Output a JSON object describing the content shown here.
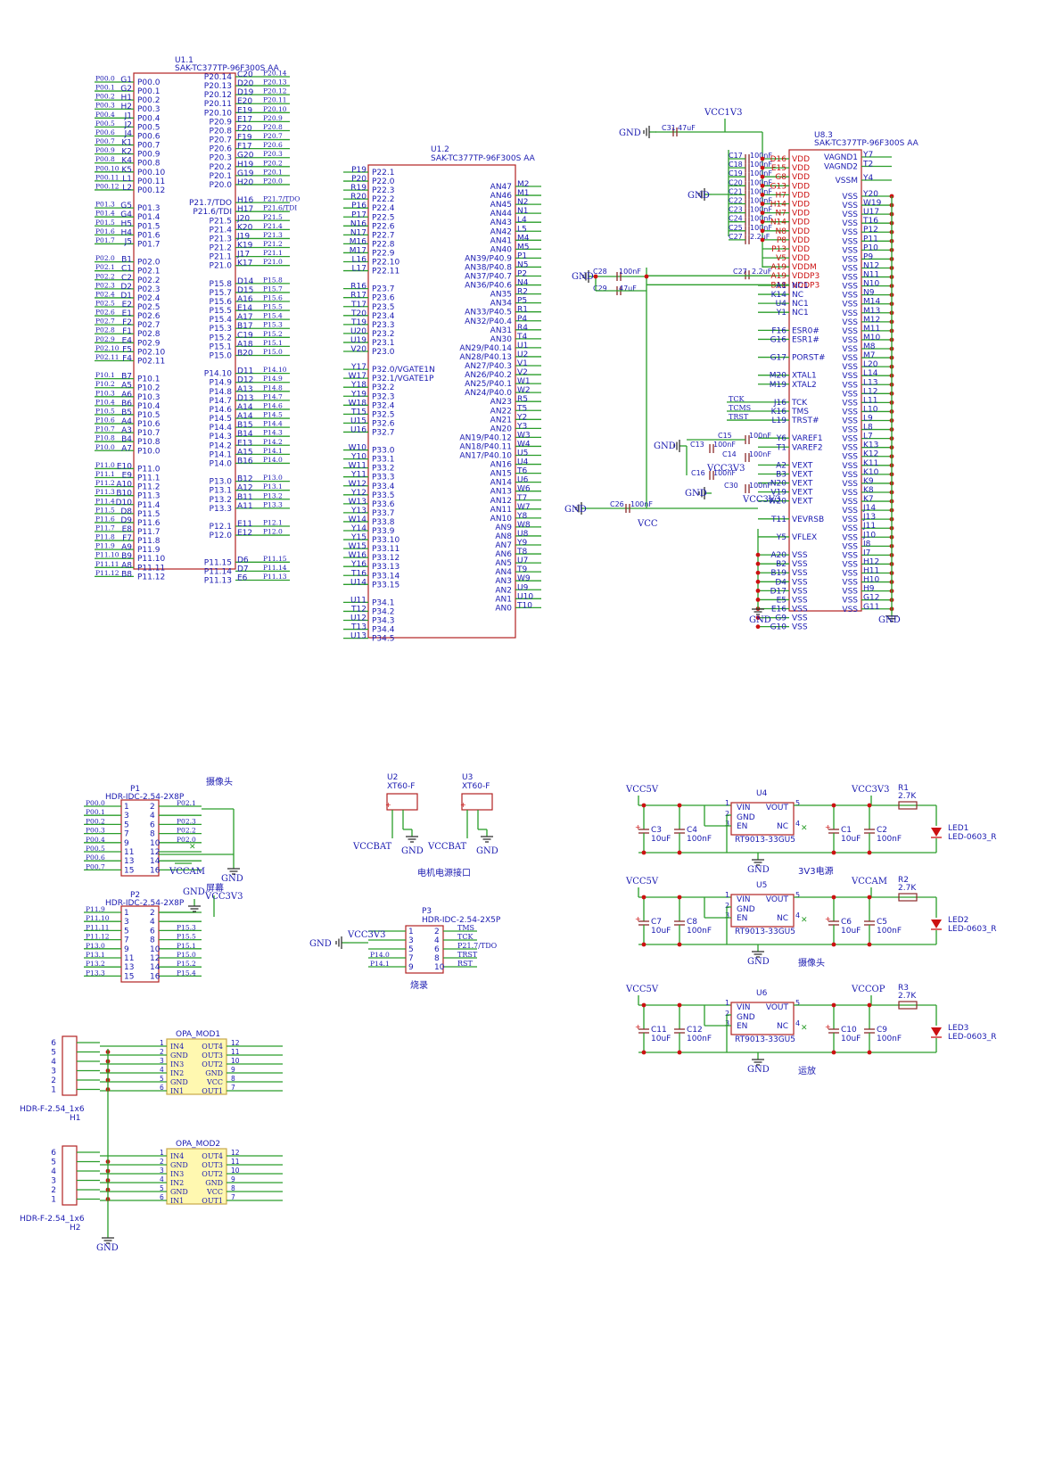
{
  "u11": {
    "ref": "U1.1",
    "part": "SAK-TC377TP-96F300S AA",
    "left": [
      [
        "P00.0",
        "G1",
        "P00.0"
      ],
      [
        "P00.1",
        "G2",
        "P00.1"
      ],
      [
        "P00.2",
        "H1",
        "P00.2"
      ],
      [
        "P00.3",
        "H2",
        "P00.3"
      ],
      [
        "P00.4",
        "J1",
        "P00.4"
      ],
      [
        "P00.5",
        "J2",
        "P00.5"
      ],
      [
        "P00.6",
        "J4",
        "P00.6"
      ],
      [
        "P00.7",
        "K1",
        "P00.7"
      ],
      [
        "P00.9",
        "K2",
        "P00.9"
      ],
      [
        "P00.8",
        "K4",
        "P00.8"
      ],
      [
        "P00.10",
        "K5",
        "P00.10"
      ],
      [
        "P00.11",
        "L1",
        "P00.11"
      ],
      [
        "P00.12",
        "L2",
        "P00.12"
      ],
      null,
      [
        "P01.3",
        "G5",
        "P01.3"
      ],
      [
        "P01.4",
        "G4",
        "P01.4"
      ],
      [
        "P01.5",
        "H5",
        "P01.5"
      ],
      [
        "P01.6",
        "H4",
        "P01.6"
      ],
      [
        "P01.7",
        "J5",
        "P01.7"
      ],
      null,
      [
        "P02.0",
        "B1",
        "P02.0"
      ],
      [
        "P02.1",
        "C1",
        "P02.1"
      ],
      [
        "P02.2",
        "C2",
        "P02.2"
      ],
      [
        "P02.3",
        "D2",
        "P02.3"
      ],
      [
        "P02.4",
        "D1",
        "P02.4"
      ],
      [
        "P02.5",
        "E2",
        "P02.5"
      ],
      [
        "P02.6",
        "E1",
        "P02.6"
      ],
      [
        "P02.7",
        "F2",
        "P02.7"
      ],
      [
        "P02.8",
        "F1",
        "P02.8"
      ],
      [
        "P02.9",
        "E4",
        "P02.9"
      ],
      [
        "P02.10",
        "F5",
        "P02.10"
      ],
      [
        "P02.11",
        "F4",
        "P02.11"
      ],
      null,
      [
        "P10.1",
        "B7",
        "P10.1"
      ],
      [
        "P10.2",
        "A5",
        "P10.2"
      ],
      [
        "P10.3",
        "A6",
        "P10.3"
      ],
      [
        "P10.4",
        "B6",
        "P10.4"
      ],
      [
        "P10.5",
        "B5",
        "P10.5"
      ],
      [
        "P10.6",
        "A4",
        "P10.6"
      ],
      [
        "P10.7",
        "A3",
        "P10.7"
      ],
      [
        "P10.8",
        "B4",
        "P10.8"
      ],
      [
        "P10.0",
        "A7",
        "P10.0"
      ],
      null,
      [
        "P11.0",
        "E10",
        "P11.0"
      ],
      [
        "P11.1",
        "E9",
        "P11.1"
      ],
      [
        "P11.2",
        "A10",
        "P11.2"
      ],
      [
        "P11.3",
        "B10",
        "P11.3"
      ],
      [
        "P11.4",
        "D10",
        "P11.4"
      ],
      [
        "P11.5",
        "D8",
        "P11.5"
      ],
      [
        "P11.6",
        "D9",
        "P11.6"
      ],
      [
        "P11.7",
        "E8",
        "P11.7"
      ],
      [
        "P11.8",
        "F7",
        "P11.8"
      ],
      [
        "P11.9",
        "A9",
        "P11.9"
      ],
      [
        "P11.10",
        "B9",
        "P11.10"
      ],
      [
        "P11.11",
        "A8",
        "P11.11"
      ],
      [
        "P11.12",
        "B8",
        "P11.12"
      ]
    ],
    "right": [
      [
        "P20.14",
        "C20",
        "P20.14"
      ],
      [
        "P20.13",
        "D20",
        "P20.13"
      ],
      [
        "P20.12",
        "D19",
        "P20.12"
      ],
      [
        "P20.11",
        "E20",
        "P20.11"
      ],
      [
        "P20.10",
        "E19",
        "P20.10"
      ],
      [
        "P20.9",
        "E17",
        "P20.9"
      ],
      [
        "P20.8",
        "F20",
        "P20.8"
      ],
      [
        "P20.7",
        "F19",
        "P20.7"
      ],
      [
        "P20.6",
        "F17",
        "P20.6"
      ],
      [
        "P20.3",
        "G20",
        "P20.3"
      ],
      [
        "P20.2",
        "H19",
        "P20.2"
      ],
      [
        "P20.1",
        "G19",
        "P20.1"
      ],
      [
        "P20.0",
        "H20",
        "P20.0"
      ],
      null,
      [
        "P21.7/TDO",
        "H16",
        "P21.7/TDO"
      ],
      [
        "P21.6/TDI",
        "H17",
        "P21.6/TDI"
      ],
      [
        "P21.5",
        "J20",
        "P21.5"
      ],
      [
        "P21.4",
        "K20",
        "P21.4"
      ],
      [
        "P21.3",
        "J19",
        "P21.3"
      ],
      [
        "P21.2",
        "K19",
        "P21.2"
      ],
      [
        "P21.1",
        "J17",
        "P21.1"
      ],
      [
        "P21.0",
        "K17",
        "P21.0"
      ],
      null,
      [
        "P15.8",
        "D14",
        "P15.8"
      ],
      [
        "P15.7",
        "D15",
        "P15.7"
      ],
      [
        "P15.6",
        "A16",
        "P15.6"
      ],
      [
        "P15.5",
        "E14",
        "P15.5"
      ],
      [
        "P15.4",
        "A17",
        "P15.4"
      ],
      [
        "P15.3",
        "B17",
        "P15.3"
      ],
      [
        "P15.2",
        "C19",
        "P15.2"
      ],
      [
        "P15.1",
        "A18",
        "P15.1"
      ],
      [
        "P15.0",
        "B20",
        "P15.0"
      ],
      null,
      [
        "P14.10",
        "D11",
        "P14.10"
      ],
      [
        "P14.9",
        "D12",
        "P14.9"
      ],
      [
        "P14.8",
        "A13",
        "P14.8"
      ],
      [
        "P14.7",
        "D13",
        "P14.7"
      ],
      [
        "P14.6",
        "A14",
        "P14.6"
      ],
      [
        "P14.5",
        "A14",
        "P14.5"
      ],
      [
        "P14.4",
        "B15",
        "P14.4"
      ],
      [
        "P14.3",
        "B14",
        "P14.3"
      ],
      [
        "P14.2",
        "E13",
        "P14.2"
      ],
      [
        "P14.1",
        "A15",
        "P14.1"
      ],
      [
        "P14.0",
        "B16",
        "P14.0"
      ],
      null,
      [
        "P13.0",
        "B12",
        "P13.0"
      ],
      [
        "P13.1",
        "A12",
        "P13.1"
      ],
      [
        "P13.2",
        "B11",
        "P13.2"
      ],
      [
        "P13.3",
        "A11",
        "P13.3"
      ],
      null,
      [
        "P12.1",
        "E11",
        "P12.1"
      ],
      [
        "P12.0",
        "E12",
        "P12.0"
      ],
      null,
      null,
      [
        "P11.15",
        "D6",
        "P11.15"
      ],
      [
        "P11.14",
        "D7",
        "P11.14"
      ],
      [
        "P11.13",
        "E6",
        "P11.13"
      ]
    ]
  },
  "u12": {
    "ref": "U1.2",
    "part": "SAK-TC377TP-96F300S AA",
    "left": [
      [
        "P22.1",
        "P19"
      ],
      [
        "P22.0",
        "P20"
      ],
      [
        "P22.3",
        "R19"
      ],
      [
        "P22.2",
        "R20"
      ],
      [
        "P22.4",
        "P16"
      ],
      [
        "P22.5",
        "P17"
      ],
      [
        "P22.6",
        "N16"
      ],
      [
        "P22.7",
        "N17"
      ],
      [
        "P22.8",
        "M16"
      ],
      [
        "P22.9",
        "M17"
      ],
      [
        "P22.10",
        "L16"
      ],
      [
        "P22.11",
        "L17"
      ],
      null,
      [
        "P23.7",
        "R16"
      ],
      [
        "P23.6",
        "R17"
      ],
      [
        "P23.5",
        "T17"
      ],
      [
        "P23.4",
        "T20"
      ],
      [
        "P23.3",
        "T19"
      ],
      [
        "P23.2",
        "U20"
      ],
      [
        "P23.1",
        "U19"
      ],
      [
        "P23.0",
        "V20"
      ],
      null,
      [
        "P32.0/VGATE1N",
        "Y17"
      ],
      [
        "P32.1/VGATE1P",
        "W17"
      ],
      [
        "P32.2",
        "Y18"
      ],
      [
        "P32.3",
        "Y19"
      ],
      [
        "P32.4",
        "W18"
      ],
      [
        "P32.5",
        "T15"
      ],
      [
        "P32.6",
        "U15"
      ],
      [
        "P32.7",
        "U16"
      ],
      null,
      [
        "P33.0",
        "W10"
      ],
      [
        "P33.1",
        "Y10"
      ],
      [
        "P33.2",
        "W11"
      ],
      [
        "P33.3",
        "Y11"
      ],
      [
        "P33.4",
        "W12"
      ],
      [
        "P33.5",
        "Y12"
      ],
      [
        "P33.6",
        "W13"
      ],
      [
        "P33.7",
        "Y13"
      ],
      [
        "P33.8",
        "W14"
      ],
      [
        "P33.9",
        "Y14"
      ],
      [
        "P33.10",
        "Y15"
      ],
      [
        "P33.11",
        "W15"
      ],
      [
        "P33.12",
        "W16"
      ],
      [
        "P33.13",
        "Y16"
      ],
      [
        "P33.14",
        "T16"
      ],
      [
        "P33.15",
        "U14"
      ],
      null,
      [
        "P34.1",
        "U11"
      ],
      [
        "P34.2",
        "T12"
      ],
      [
        "P34.3",
        "U12"
      ],
      [
        "P34.4",
        "T13"
      ],
      [
        "P34.5",
        "U13"
      ]
    ],
    "right": [
      [
        "AN47",
        "M2"
      ],
      [
        "AN46",
        "M1"
      ],
      [
        "AN45",
        "N2"
      ],
      [
        "AN44",
        "N1"
      ],
      [
        "AN43",
        "L4"
      ],
      [
        "AN42",
        "L5"
      ],
      [
        "AN41",
        "M4"
      ],
      [
        "AN40",
        "M5"
      ],
      [
        "AN39/P40.9",
        "P1"
      ],
      [
        "AN38/P40.8",
        "N5"
      ],
      [
        "AN37/P40.7",
        "P2"
      ],
      [
        "AN36/P40.6",
        "N4"
      ],
      [
        "AN35",
        "R2"
      ],
      [
        "AN34",
        "P5"
      ],
      [
        "AN33/P40.5",
        "R1"
      ],
      [
        "AN32/P40.4",
        "P4"
      ],
      [
        "AN31",
        "R4"
      ],
      [
        "AN30",
        "T4"
      ],
      [
        "AN29/P40.14",
        "U1"
      ],
      [
        "AN28/P40.13",
        "U2"
      ],
      [
        "AN27/P40.3",
        "V1"
      ],
      [
        "AN26/P40.2",
        "V2"
      ],
      [
        "AN25/P40.1",
        "W1"
      ],
      [
        "AN24/P40.0",
        "W2"
      ],
      [
        "AN23",
        "R5"
      ],
      [
        "AN22",
        "T5"
      ],
      [
        "AN21",
        "Y2"
      ],
      [
        "AN20",
        "Y3"
      ],
      [
        "AN19/P40.12",
        "W3"
      ],
      [
        "AN18/P40.11",
        "W4"
      ],
      [
        "AN17/P40.10",
        "U5"
      ],
      [
        "AN16",
        "U4"
      ],
      [
        "AN15",
        "T6"
      ],
      [
        "AN14",
        "U6"
      ],
      [
        "AN13",
        "W6"
      ],
      [
        "AN12",
        "T7"
      ],
      [
        "AN11",
        "W7"
      ],
      [
        "AN10",
        "Y8"
      ],
      [
        "AN9",
        "W8"
      ],
      [
        "AN8",
        "U8"
      ],
      [
        "AN7",
        "Y9"
      ],
      [
        "AN6",
        "T8"
      ],
      [
        "AN5",
        "U7"
      ],
      [
        "AN4",
        "T9"
      ],
      [
        "AN3",
        "W9"
      ],
      [
        "AN2",
        "U9"
      ],
      [
        "AN1",
        "U10"
      ],
      [
        "AN0",
        "T10"
      ]
    ]
  },
  "u13": {
    "ref": "U8.3",
    "part": "SAK-TC377TP-96F300S AA",
    "vcc1v3": "VCC1V3",
    "gnd": "GND",
    "vcc": "VCC",
    "vcc3v3": "VCC3V3",
    "caps_top": [
      {
        "ref": "C31",
        "val": "47uF"
      },
      {
        "ref": "C17",
        "val": "100nF"
      },
      {
        "ref": "C18",
        "val": "100nF"
      },
      {
        "ref": "C19",
        "val": "100nF"
      },
      {
        "ref": "C20",
        "val": "100nF"
      },
      {
        "ref": "C21",
        "val": "100nF"
      },
      {
        "ref": "C22",
        "val": "100nF"
      },
      {
        "ref": "C23",
        "val": "100nF"
      },
      {
        "ref": "C24",
        "val": "100nF"
      },
      {
        "ref": "C25",
        "val": "100nF"
      },
      {
        "ref": "C27",
        "val": "2.2uF"
      },
      {
        "ref": "C28",
        "val": "100nF"
      },
      {
        "ref": "C29",
        "val": "47uF"
      }
    ],
    "caps_bottom": [
      {
        "ref": "C15",
        "val": "100nF"
      },
      {
        "ref": "C13",
        "val": "100nF"
      },
      {
        "ref": "C14",
        "val": "100nF"
      },
      {
        "ref": "C16",
        "val": "100nF"
      },
      {
        "ref": "C30",
        "val": "100nF"
      },
      {
        "ref": "C26",
        "val": "100nF"
      }
    ],
    "vdd_pins": [
      "D16",
      "E15",
      "G8",
      "G13",
      "H7",
      "H14",
      "N7",
      "N14",
      "N8",
      "P8",
      "P13",
      "V5"
    ],
    "vdd_label": "VDD",
    "vddm_pin": "A19",
    "vddm": "VDDM",
    "vddp3_pins": [
      "A19",
      "B18"
    ],
    "vddp3": "VDDP3",
    "left_misc": [
      [
        "A1",
        "NC1"
      ],
      [
        "K14",
        "NC"
      ],
      [
        "U4",
        "NC1"
      ],
      [
        "Y1",
        "NC1"
      ],
      null,
      [
        "F16",
        "ESR0#"
      ],
      [
        "G16",
        "ESR1#"
      ],
      null,
      [
        "G17",
        "PORST#"
      ],
      null,
      [
        "M20",
        "XTAL1"
      ],
      [
        "M19",
        "XTAL2"
      ],
      null,
      [
        "J16",
        "TCK"
      ],
      [
        "K16",
        "TMS"
      ],
      [
        "L19",
        "TRST#"
      ],
      null,
      [
        "Y6",
        "VAREF1"
      ],
      [
        "T1",
        "VAREF2"
      ],
      null,
      [
        "A2",
        "VEXT"
      ],
      [
        "B3",
        "VEXT"
      ],
      [
        "N20",
        "VEXT"
      ],
      [
        "V19",
        "VEXT"
      ],
      [
        "W20",
        "VEXT"
      ],
      null,
      [
        "T11",
        "VEVRSB"
      ],
      null,
      [
        "Y5",
        "VFLEX"
      ],
      null,
      [
        "A20",
        "VSS"
      ],
      [
        "B2",
        "VSS"
      ],
      [
        "B19",
        "VSS"
      ],
      [
        "D4",
        "VSS"
      ],
      [
        "D17",
        "VSS"
      ],
      [
        "E5",
        "VSS"
      ],
      [
        "E16",
        "VSS"
      ],
      [
        "G9",
        "VSS"
      ],
      [
        "G10",
        "VSS"
      ]
    ],
    "jtag_nets": [
      "TCK",
      "TCMS",
      "TRST"
    ],
    "right_top": [
      [
        "VAGND1",
        "Y7"
      ],
      [
        "VAGND2",
        "T2"
      ],
      [
        "VSSM",
        "Y4"
      ]
    ],
    "right_vss": [
      "Y20",
      "W19",
      "U17",
      "T16",
      "P12",
      "P11",
      "P10",
      "P9",
      "N12",
      "N11",
      "N10",
      "N9",
      "M14",
      "M13",
      "M12",
      "M11",
      "M10",
      "M8",
      "M7",
      "L20",
      "L14",
      "L13",
      "L12",
      "L11",
      "L10",
      "L9",
      "L8",
      "L7",
      "K13",
      "K12",
      "K11",
      "K10",
      "K9",
      "K8",
      "K7",
      "J14",
      "J13",
      "J11",
      "J10",
      "I8",
      "I7",
      "H12",
      "H11",
      "H10",
      "H9",
      "G12",
      "G11"
    ],
    "vss": "VSS"
  },
  "p1": {
    "ref": "P1",
    "part": "HDR-IDC-2.54-2X8P",
    "title": "摄像头",
    "left": [
      "P00.0",
      "P00.1",
      "P00.2",
      "P00.3",
      "P00.4",
      "P00.5",
      "P00.6",
      "P00.7"
    ],
    "right": [
      "P02.1",
      "",
      "P02.3",
      "P02.2",
      "P02.0",
      "",
      "",
      ""
    ],
    "pins_l": [
      "1",
      "3",
      "5",
      "7",
      "9",
      "11",
      "13",
      "15"
    ],
    "pins_r": [
      "2",
      "4",
      "6",
      "8",
      "10",
      "12",
      "14",
      "16"
    ],
    "vcc": "VCCAM",
    "gnd": "GND"
  },
  "p2": {
    "ref": "P2",
    "part": "HDR-IDC-2.54-2X8P",
    "title": "屏幕",
    "left": [
      "P11.9",
      "P11.10",
      "P11.11",
      "P11.12",
      "P13.0",
      "P13.1",
      "P13.2",
      "P13.3"
    ],
    "right": [
      "",
      "",
      "P15.3",
      "P15.5",
      "P15.1",
      "P15.0",
      "P15.2",
      "P15.4"
    ],
    "pins_l": [
      "1",
      "3",
      "5",
      "7",
      "9",
      "11",
      "13",
      "15"
    ],
    "pins_r": [
      "2",
      "4",
      "6",
      "8",
      "10",
      "12",
      "14",
      "16"
    ],
    "vcc": "VCC3V3",
    "gnd": "GND"
  },
  "motor": {
    "title": "电机电源接口",
    "u2": "U2",
    "u3": "U3",
    "part": "XT60-F",
    "vcc": "VCCBAT",
    "gnd": "GND"
  },
  "p3": {
    "ref": "P3",
    "part": "HDR-IDC-2.54-2X5P",
    "title": "烧录",
    "vcc": "VCC3V3",
    "gnd": "GND",
    "left_nets": [
      "",
      "",
      "",
      "P14.0",
      "P14.1"
    ],
    "right_nets": [
      "TMS",
      "TCK",
      "P21.7/TDO",
      "TRST",
      "RST"
    ],
    "pins_l": [
      "1",
      "3",
      "5",
      "7",
      "9"
    ],
    "pins_r": [
      "2",
      "4",
      "6",
      "8",
      "10"
    ]
  },
  "opa": {
    "mod1": "OPA_MOD1",
    "mod2": "OPA_MOD2",
    "h1": "H1",
    "h2": "H2",
    "hdr": "HDR-F-2.54_1x6",
    "gnd": "GND",
    "lpins": [
      "IN4",
      "GND",
      "IN3",
      "IN2",
      "GND",
      "IN1"
    ],
    "rpins": [
      "OUT4",
      "OUT3",
      "OUT2",
      "GND",
      "VCC",
      "OUT1"
    ],
    "lnums": [
      "1",
      "2",
      "3",
      "4",
      "5",
      "6"
    ],
    "rnums": [
      "12",
      "11",
      "10",
      "9",
      "8",
      "7"
    ],
    "hnums": [
      "6",
      "5",
      "4",
      "3",
      "2",
      "1"
    ]
  },
  "regs": [
    {
      "u": "U4",
      "title": "3V3电源",
      "vin": "VCC5V",
      "vout": "VCC3V3",
      "ca": [
        "C3",
        "10uF"
      ],
      "cb": [
        "C4",
        "100nF"
      ],
      "cc": [
        "C1",
        "10uF"
      ],
      "cd": [
        "C2",
        "100nF"
      ],
      "r": [
        "R1",
        "2.7K"
      ],
      "led": [
        "LED1",
        "LED-0603_R"
      ]
    },
    {
      "u": "U5",
      "title": "摄像头",
      "vin": "VCC5V",
      "vout": "VCCAM",
      "ca": [
        "C7",
        "10uF"
      ],
      "cb": [
        "C8",
        "100nF"
      ],
      "cc": [
        "C6",
        "10uF"
      ],
      "cd": [
        "C5",
        "100nF"
      ],
      "r": [
        "R2",
        "2.7K"
      ],
      "led": [
        "LED2",
        "LED-0603_R"
      ]
    },
    {
      "u": "U6",
      "title": "运放",
      "vin": "VCC5V",
      "vout": "VCCOP",
      "ca": [
        "C11",
        "10uF"
      ],
      "cb": [
        "C12",
        "100nF"
      ],
      "cc": [
        "C10",
        "10uF"
      ],
      "cd": [
        "C9",
        "100nF"
      ],
      "r": [
        "R3",
        "2.7K"
      ],
      "led": [
        "LED3",
        "LED-0603_R"
      ]
    }
  ],
  "reg_part": "RT9013-33GU5",
  "reg_pins": {
    "vin": "VIN",
    "gnd": "GND",
    "en": "EN",
    "vout": "VOUT",
    "nc": "NC",
    "n1": "1",
    "n2": "2",
    "n3": "3",
    "n4": "4",
    "n5": "5"
  },
  "reg_gnd": "GND",
  "colors": {
    "wire": "#2a9d2a",
    "body": "#b22222",
    "text": "#1a1ab0",
    "pin": "#cc1111",
    "fill": "#fff8b0"
  }
}
